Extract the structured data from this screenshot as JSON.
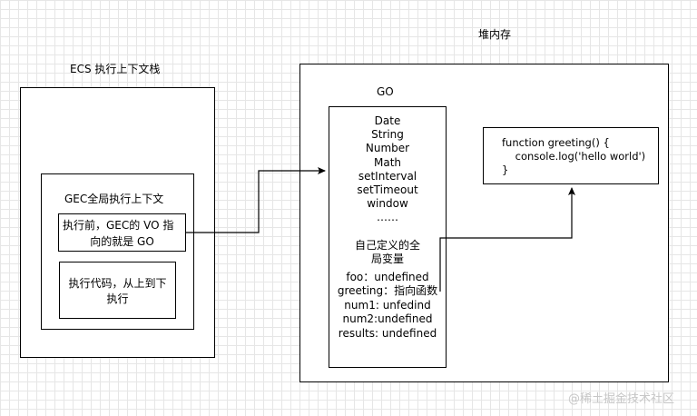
{
  "heap": {
    "title": "堆内存",
    "go_title": "GO",
    "builtins": [
      "Date",
      "String",
      "Number",
      "Math",
      "setInterval",
      "setTimeout",
      "window",
      "……"
    ],
    "custom_heading": [
      "自己定义的全",
      "局变量"
    ],
    "variables": [
      "foo：undefined",
      "greeting：指向函数",
      "num1: unfedind",
      "num2:undefined",
      "results: undefined"
    ],
    "function_code": [
      "function greeting() {",
      "    console.log('hello world')",
      "}"
    ]
  },
  "ecs": {
    "title": "ECS 执行上下文栈",
    "gec_title": "GEC全局执行上下文",
    "before_exec": [
      "执行前，GEC的 VO 指",
      "向的就是 GO"
    ],
    "exec_code": [
      "执行代码，从上到下",
      "执行"
    ]
  },
  "watermark": "@稀土掘金技术社区"
}
